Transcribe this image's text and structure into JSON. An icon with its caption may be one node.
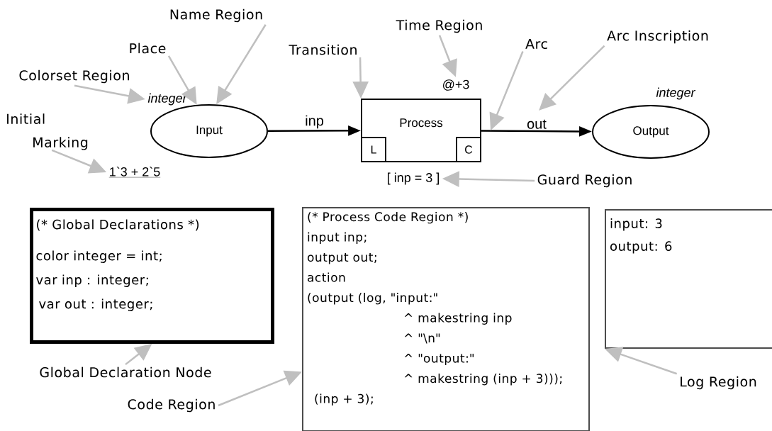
{
  "diagram": {
    "nodes": [
      {
        "text": [
          "Name Region"
        ]
      },
      {
        "text": [
          "Place"
        ]
      },
      {
        "text": [
          "Colorset Region"
        ]
      },
      {
        "text": [
          "integer"
        ]
      },
      {
        "text": [
          "Input"
        ]
      },
      {
        "text": [
          "Initial Marking"
        ]
      },
      {
        "text": [
          "1`3 + 2`5"
        ]
      },
      {
        "text": [
          "Transition"
        ]
      },
      {
        "text": [
          "Process"
        ]
      },
      {
        "text": [
          "L"
        ],
        "in": 8
      },
      {
        "text": [
          "C"
        ],
        "in": 8
      },
      {
        "text": [
          "Time Region"
        ]
      },
      {
        "text": [
          "@+3"
        ]
      },
      {
        "text": [
          "Arc"
        ]
      },
      {
        "text": [
          "Arc Inscription"
        ]
      },
      {
        "text": [
          "Output"
        ],
        "beside": [
          "integer"
        ]
      },
      {
        "text": [
          "[ inp = 3 ]"
        ]
      },
      {
        "text": [
          "Guard Region"
        ]
      },
      {
        "text": [
          "(* Global Declarations *)",
          "color integer = int;",
          "var inp : integer;",
          "var out : integer;"
        ]
      },
      {
        "text": [
          "Global Declaration Node"
        ]
      },
      {
        "text": [
          "(* Process Code Region *)",
          "input inp;",
          "output out;",
          "action",
          "(output (log, \"input:\"",
          "^ makestring inp",
          "^ \"\\n\"",
          "^ \"output:\"",
          "^ makestring (inp + 3)));",
          "(inp + 3);"
        ]
      },
      {
        "text": [
          "Code Region"
        ]
      },
      {
        "text": [
          "input: 3",
          "output: 6"
        ]
      },
      {
        "text": [
          "Log Region"
        ]
      }
    ],
    "edges": [
      {
        "from": 4,
        "to": 8,
        "arrow": "to",
        "label": "inp",
        "color": "#000000"
      },
      {
        "from": 8,
        "to": 15,
        "arrow": "to",
        "label": "out",
        "color": "#000000"
      },
      {
        "from": 0,
        "to": 4,
        "arrow": "to"
      },
      {
        "from": 1,
        "to": 4,
        "arrow": "to"
      },
      {
        "from": 2,
        "to": 3,
        "arrow": "to"
      },
      {
        "from": 5,
        "to": 6,
        "arrow": "to"
      },
      {
        "from": 7,
        "to": 8,
        "arrow": "to"
      },
      {
        "from": 11,
        "to": 12,
        "arrow": "to"
      },
      {
        "from": 13,
        "to": null,
        "arrow": "to"
      },
      {
        "from": 14,
        "to": null,
        "arrow": "to"
      },
      {
        "from": 17,
        "to": 16,
        "arrow": "to"
      },
      {
        "from": 19,
        "to": 18,
        "arrow": "to"
      },
      {
        "from": 21,
        "to": 20,
        "arrow": "to"
      },
      {
        "from": 23,
        "to": 22,
        "arrow": "to"
      }
    ]
  }
}
